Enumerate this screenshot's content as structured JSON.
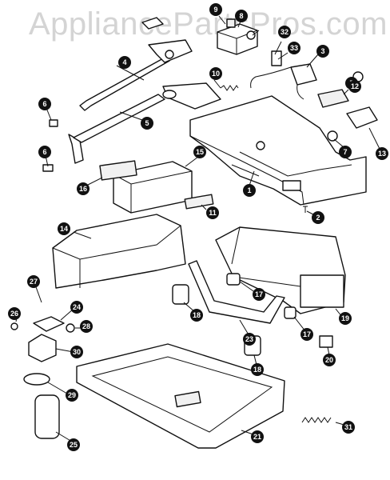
{
  "watermark": "AppliancePartsPros.com",
  "parts": [
    {
      "id": "part-1",
      "label": "1"
    },
    {
      "id": "part-2",
      "label": "2"
    },
    {
      "id": "part-3",
      "label": "3"
    },
    {
      "id": "part-4",
      "label": "4"
    },
    {
      "id": "part-5",
      "label": "5"
    },
    {
      "id": "part-6a",
      "label": "6"
    },
    {
      "id": "part-6b",
      "label": "6"
    },
    {
      "id": "part-7a",
      "label": "7"
    },
    {
      "id": "part-7b",
      "label": "7"
    },
    {
      "id": "part-8",
      "label": "8"
    },
    {
      "id": "part-9",
      "label": "9"
    },
    {
      "id": "part-10",
      "label": "10"
    },
    {
      "id": "part-11",
      "label": "11"
    },
    {
      "id": "part-12",
      "label": "12"
    },
    {
      "id": "part-13",
      "label": "13"
    },
    {
      "id": "part-14",
      "label": "14"
    },
    {
      "id": "part-15",
      "label": "15"
    },
    {
      "id": "part-16",
      "label": "16"
    },
    {
      "id": "part-17a",
      "label": "17"
    },
    {
      "id": "part-17b",
      "label": "17"
    },
    {
      "id": "part-18a",
      "label": "18"
    },
    {
      "id": "part-18b",
      "label": "18"
    },
    {
      "id": "part-19",
      "label": "19"
    },
    {
      "id": "part-20",
      "label": "20"
    },
    {
      "id": "part-21",
      "label": "21"
    },
    {
      "id": "part-23",
      "label": "23"
    },
    {
      "id": "part-24",
      "label": "24"
    },
    {
      "id": "part-25",
      "label": "25"
    },
    {
      "id": "part-26",
      "label": "26"
    },
    {
      "id": "part-27",
      "label": "27"
    },
    {
      "id": "part-28",
      "label": "28"
    },
    {
      "id": "part-29",
      "label": "29"
    },
    {
      "id": "part-30",
      "label": "30"
    },
    {
      "id": "part-31",
      "label": "31"
    },
    {
      "id": "part-32",
      "label": "32"
    },
    {
      "id": "part-33",
      "label": "33"
    }
  ]
}
